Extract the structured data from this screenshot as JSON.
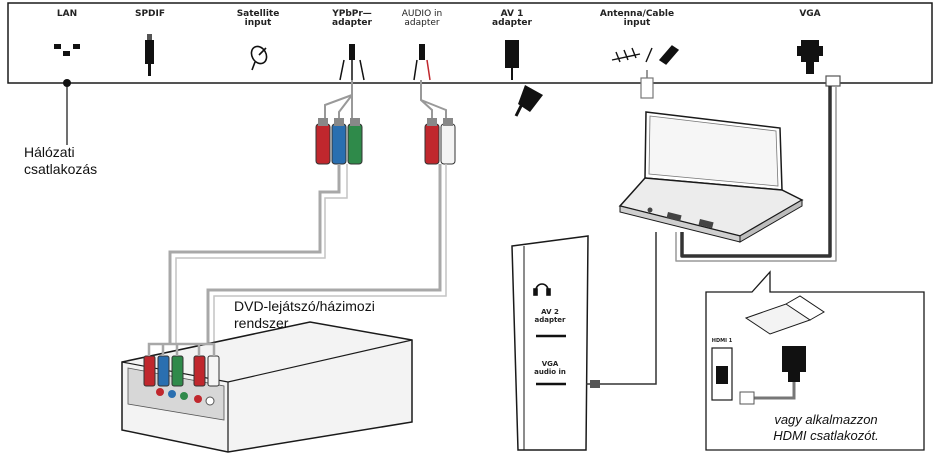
{
  "ports": {
    "lan": "LAN",
    "spdif": "SPDIF",
    "satellite": "Satellite\ninput",
    "ypbpr": "YPbPr—\nadapter",
    "audio_in": "AUDIO in\nadapter",
    "av1": "AV 1\nadapter",
    "antenna": "Antenna/Cable\ninput",
    "vga": "VGA"
  },
  "labels": {
    "network": "Hálózati\ncsatlakozás",
    "dvd": "DVD-lejátszó/házimozi\nrendszer",
    "hdmi_note": "vagy alkalmazzon\nHDMI csatlakozót."
  },
  "side_panel": {
    "av2": "AV 2\nadapter",
    "vga_audio": "VGA\naudio in"
  },
  "hdmi_port_label": "HDMI 1",
  "colors": {
    "outline": "#1a1a1a",
    "cable": "#9a9a9a",
    "red": "#c0272d",
    "green": "#2f8a4a",
    "blue": "#2a6fb0"
  }
}
